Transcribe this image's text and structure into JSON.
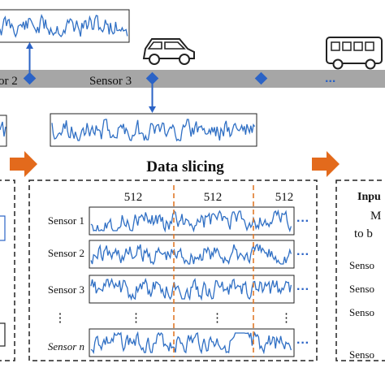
{
  "road": {
    "sensor_labels": [
      "or 2",
      "Sensor 3"
    ],
    "ellipsis": "..."
  },
  "slicing": {
    "title": "Data slicing",
    "window_labels": [
      "512",
      "512",
      "512"
    ],
    "rows": [
      {
        "label": "Sensor 1"
      },
      {
        "label": "Sensor 2"
      },
      {
        "label": "Sensor 3"
      },
      {
        "label": "⋮"
      },
      {
        "label": "Sensor n"
      }
    ],
    "row_ellipsis": "···",
    "vdots": "⋮"
  },
  "right_panel": {
    "title": "Inpu",
    "line1": "M",
    "line2": "to b",
    "sensor_items": [
      "Senso",
      "Senso",
      "Senso",
      "Senso"
    ]
  },
  "colors": {
    "signal": "#2f6fc4",
    "arrow": "#e36a1c",
    "road": "#a6a6a6",
    "marker": "#2b63c6",
    "cut_line": "#e07a2a"
  }
}
